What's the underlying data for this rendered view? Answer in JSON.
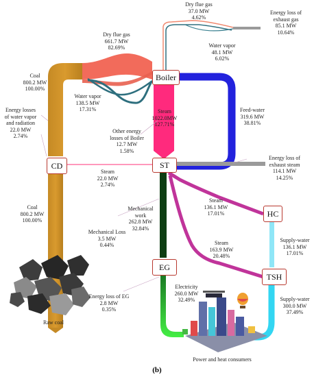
{
  "panel_label": "(b)",
  "nodes": {
    "boiler": "Boiler",
    "st": "ST",
    "cd": "CD",
    "hc": "HC",
    "tsh": "TSH",
    "eg": "EG"
  },
  "flows": {
    "dry_flue_gas_small": [
      "Dry flue gas",
      "37.0 MW",
      "4.62%"
    ],
    "energy_loss_exhaust_gas": [
      "Energy loss of",
      "exhaust gas",
      "85.1 MW",
      "10.64%"
    ],
    "water_vapor_small": [
      "Water vapor",
      "48.1 MW",
      "6.02%"
    ],
    "dry_flue_gas_big": [
      "Dry flue gas",
      "661.7 MW",
      "82.69%"
    ],
    "coal_top": [
      "Coal",
      "800.2 MW",
      "100.00%"
    ],
    "water_vapor_big": [
      "Water vapor",
      "138.5 MW",
      "17.31%"
    ],
    "losses_water_vapor_radiation": [
      "Energy losses",
      "of water vapor",
      "and radiation",
      "22.0 MW",
      "2.74%"
    ],
    "steam_main": [
      "Steam",
      "1022.0MW",
      "127.71%"
    ],
    "feed_water": [
      "Feed-water",
      "319.6 MW",
      "38.81%"
    ],
    "other_losses_boiler": [
      "Other energy",
      "losses of  Boiler",
      "12.7 MW",
      "1.58%"
    ],
    "steam_cd": [
      "Steam",
      "22.0 MW",
      "2.74%"
    ],
    "energy_loss_exhaust_steam": [
      "Energy loss of",
      "exhaust steam",
      "114.1 MW",
      "14.25%"
    ],
    "coal_bottom": [
      "Coal",
      "800.2 MW",
      "100.00%"
    ],
    "steam_hc": [
      "Steam",
      "136.1 MW",
      "17.01%"
    ],
    "mechanical_work": [
      "Mechanical",
      "work",
      "262.8 MW",
      "32.84%"
    ],
    "mechanical_loss": [
      "Mechanical Loss",
      "3.5 MW",
      "0.44%"
    ],
    "supply_water_hc": [
      "Supply-water",
      "136.1 MW",
      "17.01%"
    ],
    "steam_tsh": [
      "Steam",
      "163.9 MW",
      "20.48%"
    ],
    "electricity": [
      "Electricity",
      "260.0 MW",
      "32.49%"
    ],
    "energy_loss_eg": [
      "Energy loss of  EG",
      "2.8 MW",
      "0.35%"
    ],
    "supply_water_tsh": [
      "Supply-water",
      "300.0 MW",
      "37.49%"
    ]
  },
  "captions": {
    "raw_coal": "Raw coal",
    "consumers": "Power and heat consumers"
  },
  "colors": {
    "coal": "#c58a25",
    "flue_gas": "#f26b5b",
    "water_vapor": "#2e6f7e",
    "steam": "#ff2a7d",
    "feed_water": "#2222dd",
    "exhaust_loss": "#9a9a9a",
    "hc_steam": "#c0349a",
    "mech_work": "#0d3d12",
    "electricity": "#33e633",
    "supply_water": "#33d6f2",
    "node_border": "#b8382e"
  }
}
